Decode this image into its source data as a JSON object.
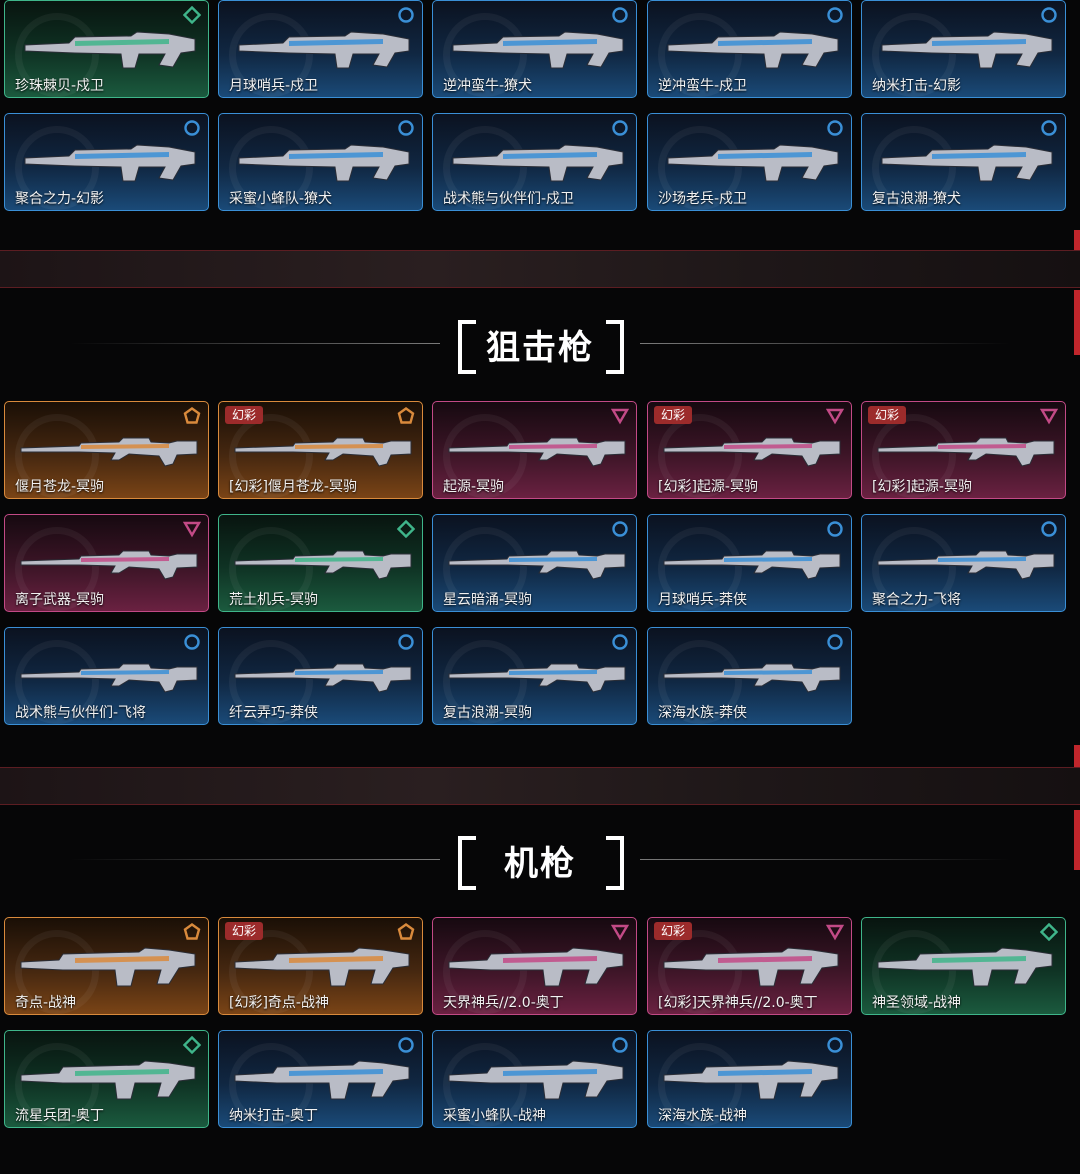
{
  "rows_top": [
    {
      "name": "珍珠棘贝-戍卫",
      "tier": "green"
    },
    {
      "name": "月球哨兵-戍卫",
      "tier": "blue"
    },
    {
      "name": "逆冲蛮牛-獠犬",
      "tier": "blue"
    },
    {
      "name": "逆冲蛮牛-戍卫",
      "tier": "blue"
    },
    {
      "name": "纳米打击-幻影",
      "tier": "blue"
    },
    {
      "name": "聚合之力-幻影",
      "tier": "blue"
    },
    {
      "name": "采蜜小蜂队-獠犬",
      "tier": "blue"
    },
    {
      "name": "战术熊与伙伴们-戍卫",
      "tier": "blue"
    },
    {
      "name": "沙场老兵-戍卫",
      "tier": "blue"
    },
    {
      "name": "复古浪潮-獠犬",
      "tier": "blue"
    }
  ],
  "sniper": {
    "title": "狙击枪",
    "items": [
      {
        "name": "偃月苍龙-冥驹",
        "tier": "orange"
      },
      {
        "name": "[幻彩]偃月苍龙-冥驹",
        "tier": "orange",
        "badge": "幻彩"
      },
      {
        "name": "起源-冥驹",
        "tier": "pink"
      },
      {
        "name": "[幻彩]起源-冥驹",
        "tier": "pink",
        "badge": "幻彩"
      },
      {
        "name": "[幻彩]起源-冥驹",
        "tier": "pink",
        "badge": "幻彩"
      },
      {
        "name": "离子武器-冥驹",
        "tier": "pink"
      },
      {
        "name": "荒土机兵-冥驹",
        "tier": "green"
      },
      {
        "name": "星云暗涌-冥驹",
        "tier": "blue"
      },
      {
        "name": "月球哨兵-莽侠",
        "tier": "blue"
      },
      {
        "name": "聚合之力-飞将",
        "tier": "blue"
      },
      {
        "name": "战术熊与伙伴们-飞将",
        "tier": "blue"
      },
      {
        "name": "纤云弄巧-莽侠",
        "tier": "blue"
      },
      {
        "name": "复古浪潮-冥驹",
        "tier": "blue"
      },
      {
        "name": "深海水族-莽侠",
        "tier": "blue"
      }
    ]
  },
  "mg": {
    "title": "机枪",
    "items": [
      {
        "name": "奇点-战神",
        "tier": "orange"
      },
      {
        "name": "[幻彩]奇点-战神",
        "tier": "orange",
        "badge": "幻彩"
      },
      {
        "name": "天界神兵//2.0-奥丁",
        "tier": "pink"
      },
      {
        "name": "[幻彩]天界神兵//2.0-奥丁",
        "tier": "pink",
        "badge": "幻彩"
      },
      {
        "name": "神圣领域-战神",
        "tier": "green"
      },
      {
        "name": "流星兵团-奥丁",
        "tier": "green"
      },
      {
        "name": "纳米打击-奥丁",
        "tier": "blue"
      },
      {
        "name": "采蜜小蜂队-战神",
        "tier": "blue"
      },
      {
        "name": "深海水族-战神",
        "tier": "blue"
      }
    ]
  },
  "colors": {
    "blue": "#3a8fd6",
    "green": "#3fb58a",
    "pink": "#c24a86",
    "orange": "#d98a3c",
    "badge": "#9c2b2b",
    "accent_red": "#c0262c"
  }
}
